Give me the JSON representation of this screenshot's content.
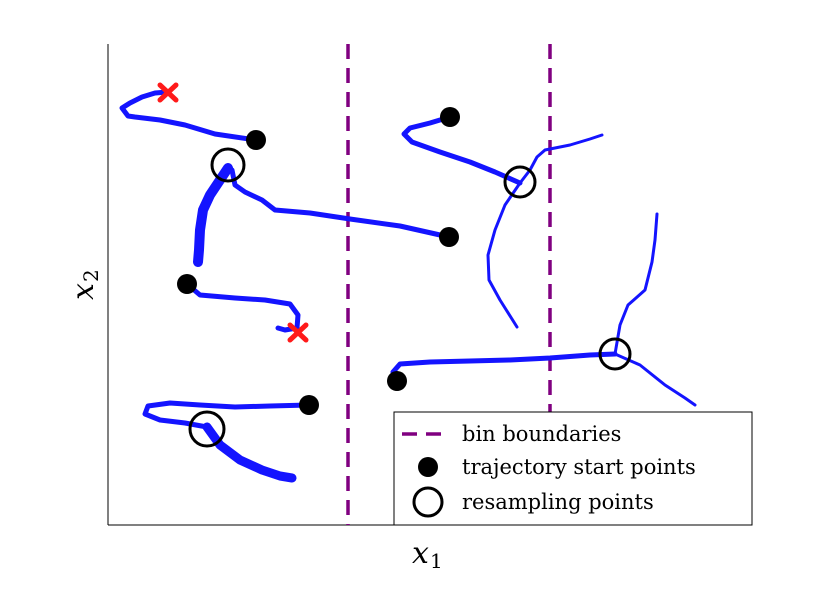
{
  "axes": {
    "x_label": "x",
    "x_sub": "1",
    "y_label": "x",
    "y_sub": "2"
  },
  "legend": {
    "bin": "bin boundaries",
    "start": "trajectory start points",
    "resample": "resampling points"
  },
  "colors": {
    "trajectory": "#1414ff",
    "boundary": "#800080",
    "start": "#000000",
    "end_marker": "#ff1a1a"
  }
}
